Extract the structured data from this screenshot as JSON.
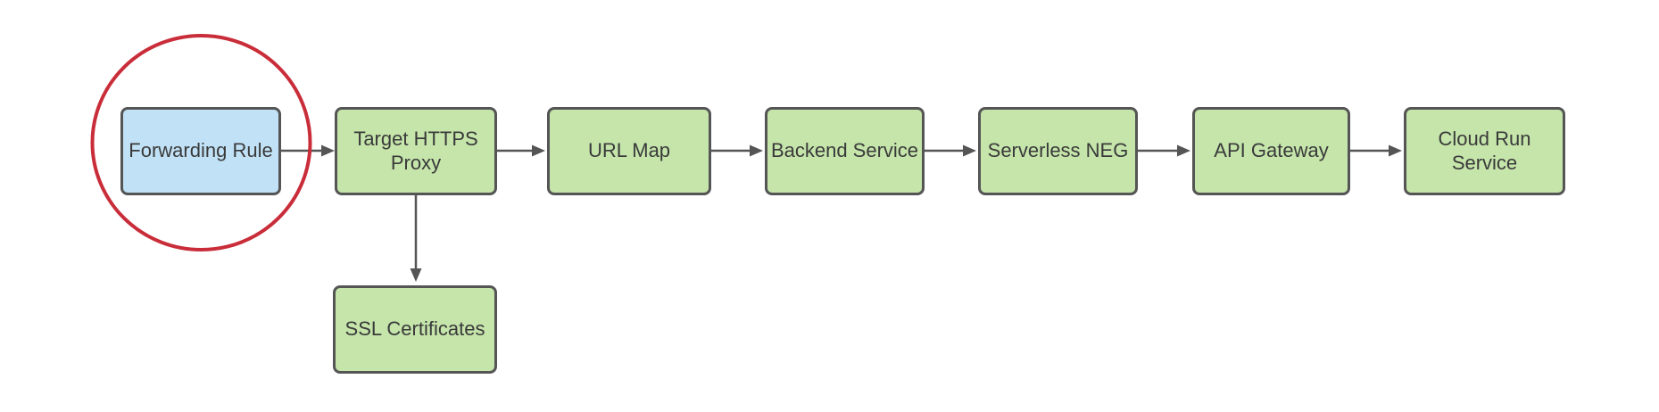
{
  "diagram": {
    "nodes": [
      {
        "id": "forwarding-rule",
        "label": "Forwarding Rule",
        "fill": "blue",
        "highlighted": true
      },
      {
        "id": "target-https-proxy",
        "label": "Target HTTPS\nProxy",
        "fill": "green",
        "highlighted": false
      },
      {
        "id": "url-map",
        "label": "URL Map",
        "fill": "green",
        "highlighted": false
      },
      {
        "id": "backend-service",
        "label": "Backend Service",
        "fill": "green",
        "highlighted": false
      },
      {
        "id": "serverless-neg",
        "label": "Serverless NEG",
        "fill": "green",
        "highlighted": false
      },
      {
        "id": "api-gateway",
        "label": "API Gateway",
        "fill": "green",
        "highlighted": false
      },
      {
        "id": "cloud-run-service",
        "label": "Cloud Run\nService",
        "fill": "green",
        "highlighted": false
      },
      {
        "id": "ssl-certificates",
        "label": "SSL Certificates",
        "fill": "green",
        "highlighted": false
      }
    ],
    "edges": [
      {
        "from": "Forwarding Rule",
        "to": "Target HTTPS Proxy",
        "direction": "right"
      },
      {
        "from": "Target HTTPS Proxy",
        "to": "URL Map",
        "direction": "right"
      },
      {
        "from": "URL Map",
        "to": "Backend Service",
        "direction": "right"
      },
      {
        "from": "Backend Service",
        "to": "Serverless NEG",
        "direction": "right"
      },
      {
        "from": "Serverless NEG",
        "to": "API Gateway",
        "direction": "right"
      },
      {
        "from": "API Gateway",
        "to": "Cloud Run Service",
        "direction": "right"
      },
      {
        "from": "Target HTTPS Proxy",
        "to": "SSL Certificates",
        "direction": "down"
      }
    ],
    "annotations": [
      {
        "type": "ellipse",
        "meaning": "highlight around Forwarding Rule"
      }
    ]
  },
  "colors": {
    "background": "#ffffff",
    "node_green": "#c5e5ab",
    "node_blue": "#c1e2f6",
    "stroke": "#555555",
    "text": "#3a3a3a",
    "highlight_red": "#c92d39"
  }
}
